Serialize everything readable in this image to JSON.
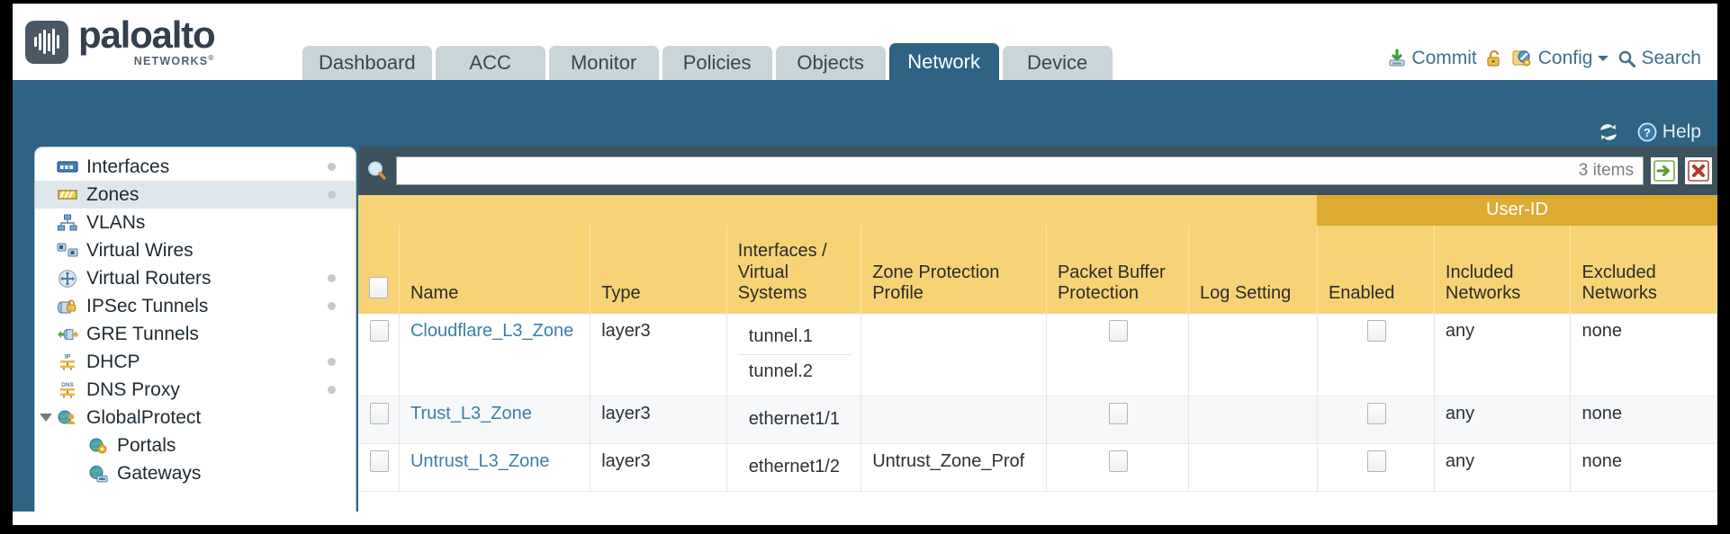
{
  "brand": {
    "name": "paloalto",
    "tagline": "NETWORKS",
    "registered": "®"
  },
  "nav": {
    "tabs": [
      {
        "label": "Dashboard",
        "active": false
      },
      {
        "label": "ACC",
        "active": false
      },
      {
        "label": "Monitor",
        "active": false
      },
      {
        "label": "Policies",
        "active": false
      },
      {
        "label": "Objects",
        "active": false
      },
      {
        "label": "Network",
        "active": true
      },
      {
        "label": "Device",
        "active": false
      }
    ]
  },
  "top_actions": {
    "commit": "Commit",
    "config": "Config",
    "search": "Search",
    "lock_icon": "padlock-icon",
    "commit_icon": "commit-save-icon",
    "config_icon": "config-wrench-icon",
    "search_icon": "magnifier-icon",
    "caret_icon": "chevron-down-icon"
  },
  "band": {
    "refresh_icon": "refresh-icon",
    "help_label": "Help",
    "help_icon": "help-question-icon"
  },
  "sidebar": {
    "items": [
      {
        "label": "Interfaces",
        "icon": "interfaces-icon",
        "selected": false,
        "dot": true,
        "caret": false,
        "child": false
      },
      {
        "label": "Zones",
        "icon": "zones-icon",
        "selected": true,
        "dot": true,
        "caret": false,
        "child": false
      },
      {
        "label": "VLANs",
        "icon": "vlans-icon",
        "selected": false,
        "dot": false,
        "caret": false,
        "child": false
      },
      {
        "label": "Virtual Wires",
        "icon": "virtual-wires-icon",
        "selected": false,
        "dot": false,
        "caret": false,
        "child": false
      },
      {
        "label": "Virtual Routers",
        "icon": "virtual-routers-icon",
        "selected": false,
        "dot": true,
        "caret": false,
        "child": false
      },
      {
        "label": "IPSec Tunnels",
        "icon": "ipsec-tunnels-icon",
        "selected": false,
        "dot": true,
        "caret": false,
        "child": false
      },
      {
        "label": "GRE Tunnels",
        "icon": "gre-tunnels-icon",
        "selected": false,
        "dot": false,
        "caret": false,
        "child": false
      },
      {
        "label": "DHCP",
        "icon": "dhcp-icon",
        "selected": false,
        "dot": true,
        "caret": false,
        "child": false
      },
      {
        "label": "DNS Proxy",
        "icon": "dns-proxy-icon",
        "selected": false,
        "dot": true,
        "caret": false,
        "child": false
      },
      {
        "label": "GlobalProtect",
        "icon": "globalprotect-icon",
        "selected": false,
        "dot": false,
        "caret": true,
        "child": false
      },
      {
        "label": "Portals",
        "icon": "portals-icon",
        "selected": false,
        "dot": false,
        "caret": false,
        "child": true
      },
      {
        "label": "Gateways",
        "icon": "gateways-icon",
        "selected": false,
        "dot": false,
        "caret": false,
        "child": true
      }
    ]
  },
  "search": {
    "value": "",
    "placeholder": "",
    "icon": "magnifier-icon",
    "item_count": "3 items",
    "apply_icon": "green-arrow-icon",
    "clear_icon": "red-x-icon"
  },
  "table": {
    "group_header": "User-ID",
    "columns": [
      "Name",
      "Type",
      "Interfaces / Virtual Systems",
      "Zone Protection Profile",
      "Packet Buffer Protection",
      "Log Setting",
      "Enabled",
      "Included Networks",
      "Excluded Networks"
    ],
    "rows": [
      {
        "name": "Cloudflare_L3_Zone",
        "type": "layer3",
        "interfaces": [
          "tunnel.1",
          "tunnel.2"
        ],
        "zone_protection_profile": "",
        "packet_buffer_protection": false,
        "log_setting": "",
        "userid_enabled": false,
        "included_networks": "any",
        "excluded_networks": "none"
      },
      {
        "name": "Trust_L3_Zone",
        "type": "layer3",
        "interfaces": [
          "ethernet1/1"
        ],
        "zone_protection_profile": "",
        "packet_buffer_protection": false,
        "log_setting": "",
        "userid_enabled": false,
        "included_networks": "any",
        "excluded_networks": "none"
      },
      {
        "name": "Untrust_L3_Zone",
        "type": "layer3",
        "interfaces": [
          "ethernet1/2"
        ],
        "zone_protection_profile": "Untrust_Zone_Prof",
        "packet_buffer_protection": false,
        "log_setting": "",
        "userid_enabled": false,
        "included_networks": "any",
        "excluded_networks": "none"
      }
    ]
  },
  "colors": {
    "brand_blue": "#2e6383",
    "header_gold": "#f7d375",
    "group_gold": "#ddab32",
    "tab_inactive": "#c9d5d8",
    "link_blue": "#3c7fa6"
  }
}
